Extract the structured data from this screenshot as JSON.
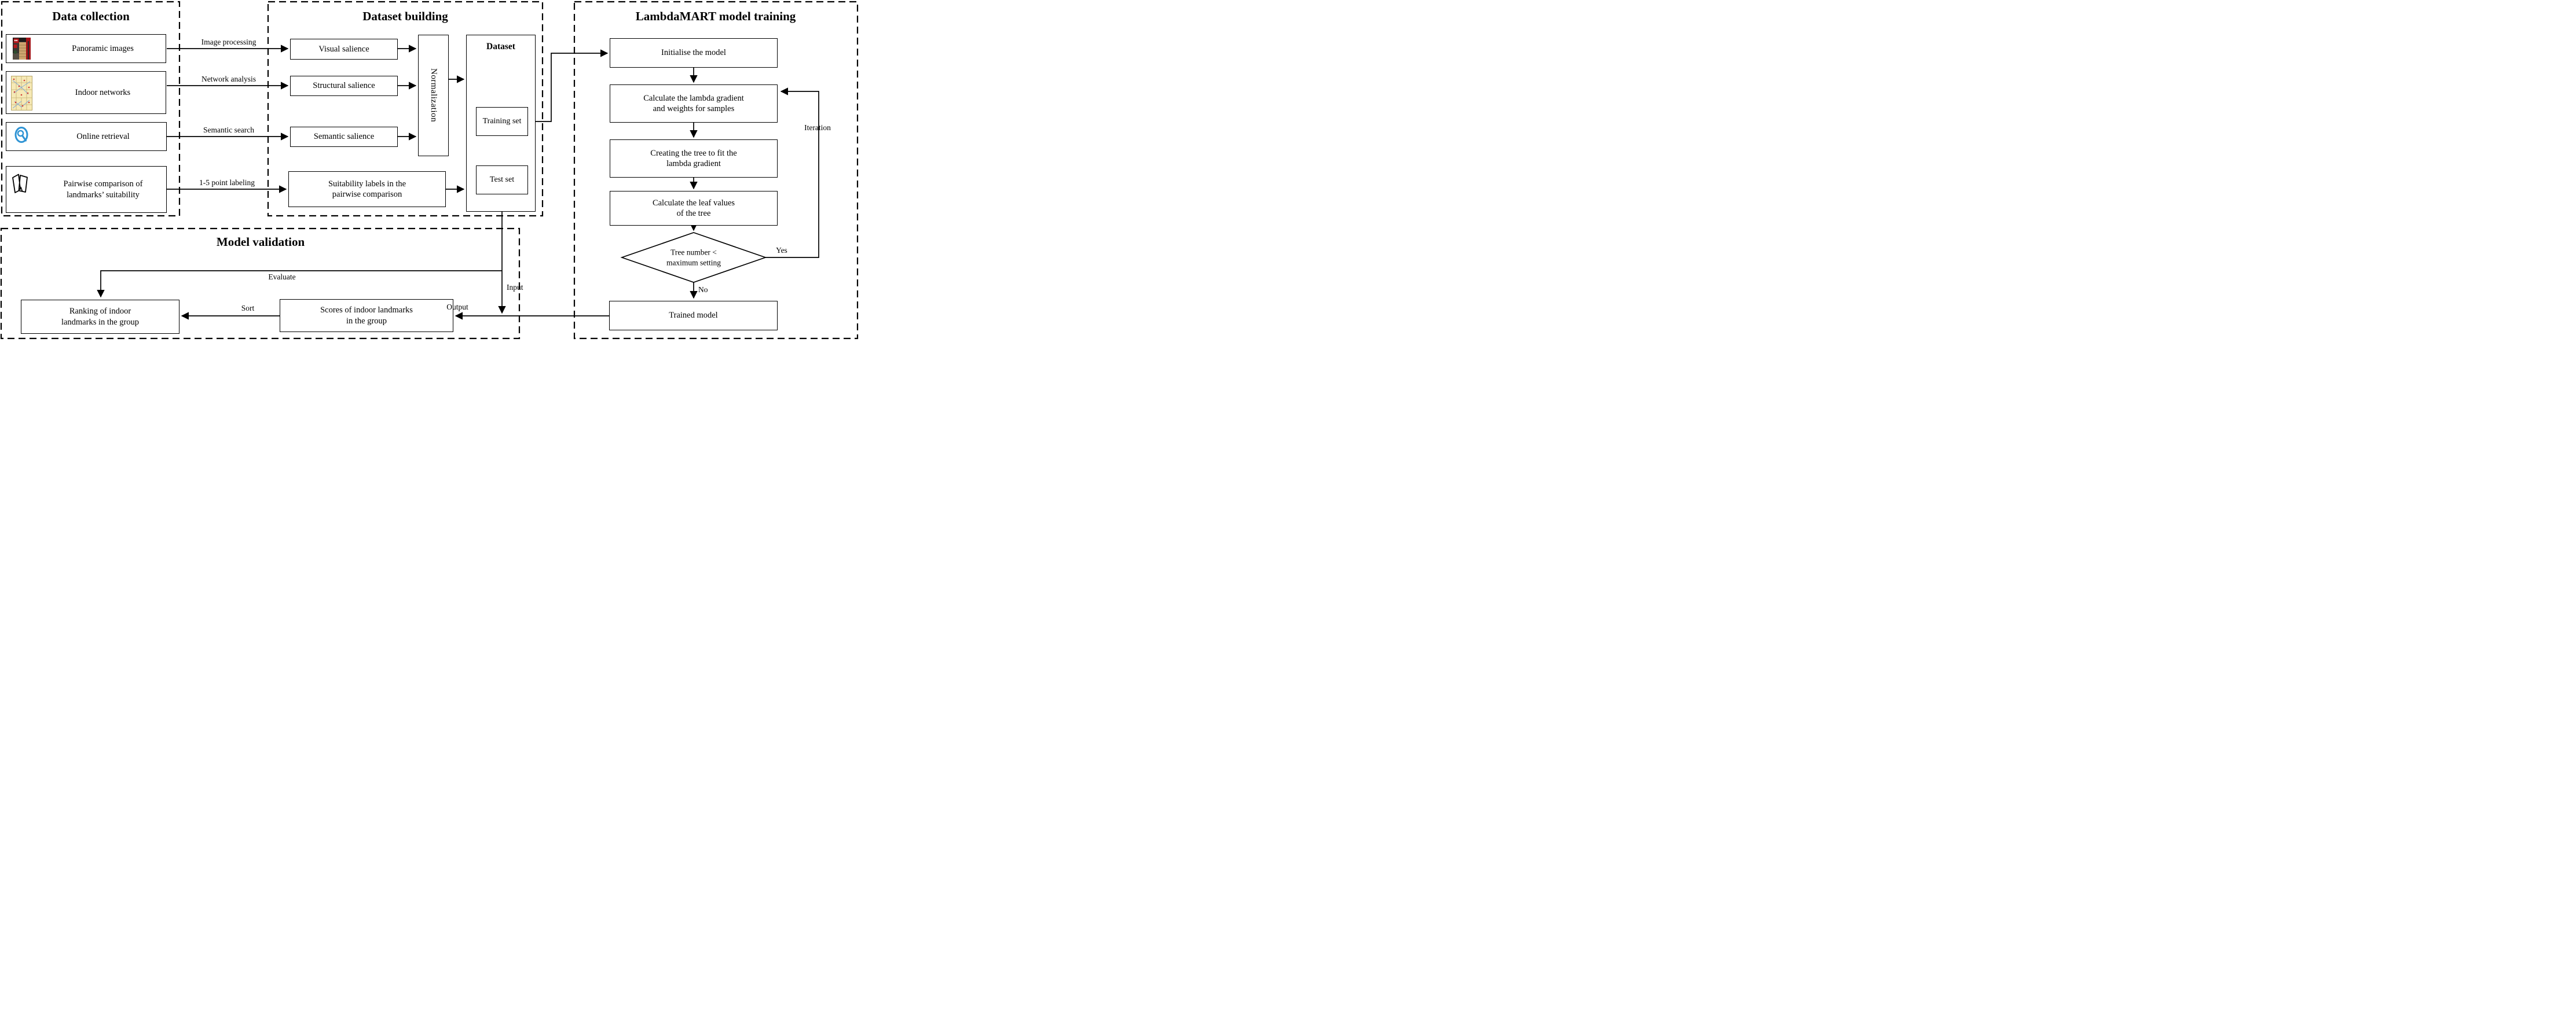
{
  "colors": {
    "background": "#ffffff",
    "line": "#000000",
    "accent_blue": "#2e93d4",
    "floorplan_fill": "#f6e9b5",
    "photo_red": "#b5191d",
    "photo_brick": "#cfa56f"
  },
  "data_collection": {
    "title": "Data collection",
    "panoramic": "Panoramic images",
    "indoor": "Indoor networks",
    "online": "Online retrieval",
    "pairwise": "Pairwise comparison of\nlandmarks’ suitability"
  },
  "dataset_building": {
    "title": "Dataset building",
    "visual": "Visual salience",
    "structural": "Structural salience",
    "semantic": "Semantic salience",
    "normalization": "Normalization",
    "suitability": "Suitability labels in the\npairwise comparison",
    "dataset": "Dataset",
    "training_set": "Training set",
    "test_set": "Test set"
  },
  "training": {
    "title": "LambdaMART model training",
    "initialise": "Initialise the model",
    "gradient": "Calculate the lambda gradient\nand weights for samples",
    "create_tree": "Creating the tree to fit the\nlambda gradient",
    "leaf_values": "Calculate the leaf values\nof the tree",
    "condition": "Tree number <\nmaximum setting",
    "trained_model": "Trained model"
  },
  "validation": {
    "title": "Model validation",
    "ranking": "Ranking of indoor\nlandmarks in the group",
    "scores": "Scores of indoor landmarks\nin the group"
  },
  "edge_labels": {
    "image_processing": "Image processing",
    "network_analysis": "Network analysis",
    "semantic_search": "Semantic search",
    "point_labeling": "1-5 point labeling",
    "evaluate": "Evaluate",
    "input": "Input",
    "output": "Output",
    "sort": "Sort",
    "yes": "Yes",
    "no": "No",
    "iteration": "Iteration"
  },
  "icons": {
    "panoramic_photo": "indoor-panorama-photo",
    "floor_plan": "indoor-network-floorplan",
    "magnifier": "online-search-magnifier",
    "maps": "pairwise-maps"
  }
}
